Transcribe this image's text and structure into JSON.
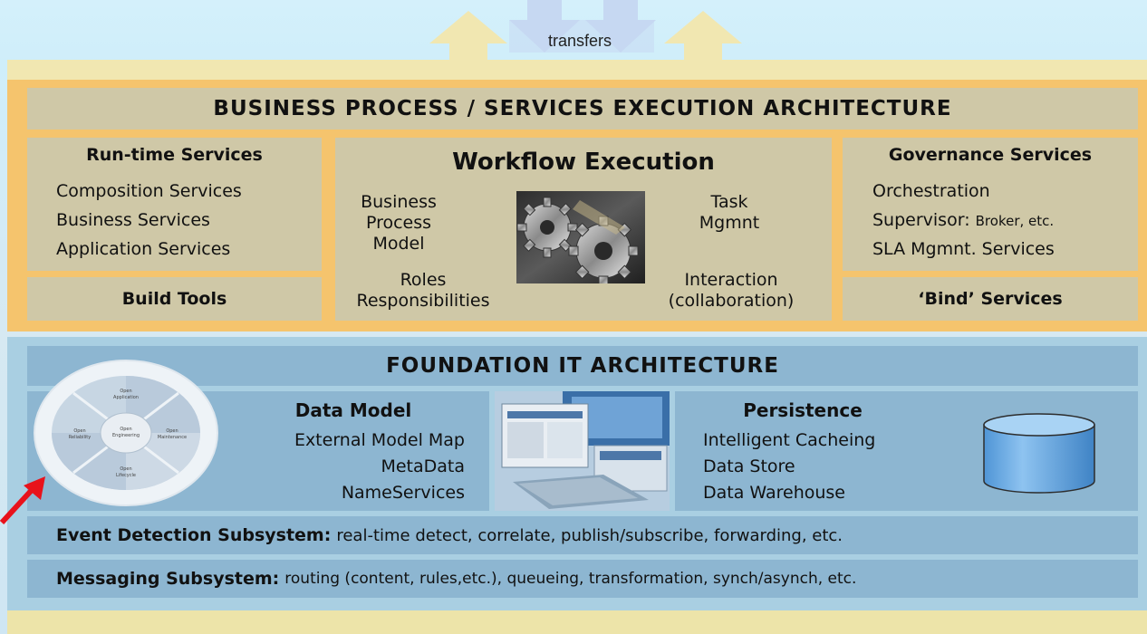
{
  "header": {
    "transfers_label": "transfers"
  },
  "business": {
    "title": "BUSINESS PROCESS / SERVICES EXECUTION ARCHITECTURE",
    "runtime": {
      "title": "Run-time Services",
      "items": [
        "Composition Services",
        "Business Services",
        "Application Services"
      ]
    },
    "build_tools": "Build Tools",
    "workflow": {
      "title": "Workflow Execution",
      "bpm_line1": "Business",
      "bpm_line2": "Process",
      "bpm_line3": "Model",
      "task_line1": "Task",
      "task_line2": "Mgmnt",
      "roles_line1": "Roles",
      "roles_line2": "Responsibilities",
      "interaction_line1": "Interaction",
      "interaction_line2": "(collaboration)"
    },
    "governance": {
      "title": "Governance Services",
      "item1": "Orchestration",
      "item2_main": "Supervisor:",
      "item2_small": "Broker, etc.",
      "item3": "SLA Mgmnt. Services"
    },
    "bind_services": "‘Bind’ Services"
  },
  "foundation": {
    "title": "FOUNDATION IT ARCHITECTURE",
    "data_model": {
      "title": "Data Model",
      "items": [
        "External Model Map",
        "MetaData",
        "NameServices"
      ]
    },
    "persistence": {
      "title": "Persistence",
      "items": [
        "Intelligent Cacheing",
        "Data Store",
        "Data Warehouse"
      ]
    },
    "event": {
      "label": "Event Detection Subsystem:",
      "text": "real-time detect, correlate, publish/subscribe, forwarding, etc."
    },
    "messaging": {
      "label": "Messaging Subsystem:",
      "text": "routing (content, rules,etc.), queueing, transformation, synch/asynch, etc."
    }
  },
  "colors": {
    "business_frame": "#f5c46d",
    "business_box": "#cfc8a7",
    "foundation_frame": "#a9cfe2",
    "foundation_box": "#8db6d1",
    "arrow_up": "#f1e7b1",
    "arrow_down": "#c6d8f2",
    "pointer_arrow": "#e8121b"
  },
  "icons": [
    "gears-image",
    "computer-screens-image",
    "database-cylinder-icon",
    "open-engineering-circle-logo",
    "red-pointer-arrow-icon",
    "transfer-arrows-icon"
  ]
}
